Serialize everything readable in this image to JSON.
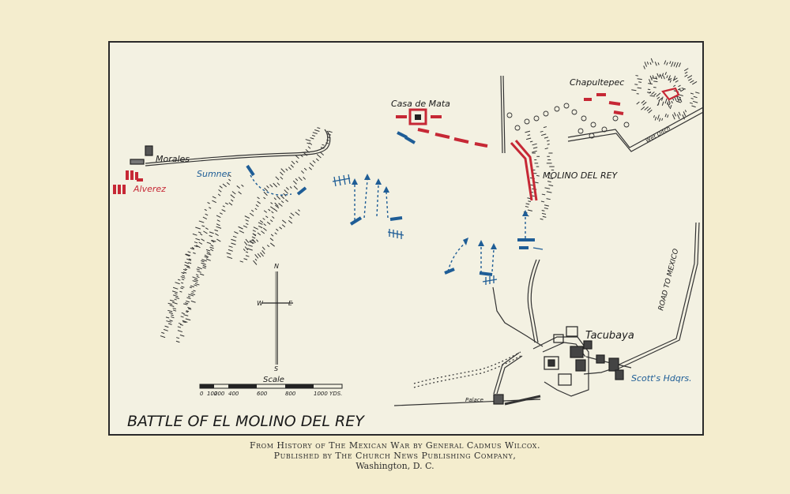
{
  "map": {
    "title": "BATTLE OF EL MOLINO DEL REY",
    "places": {
      "casa_de_mata": "Casa de Mata",
      "chapultepec": "Chapultepec",
      "molino_del_rey": "MOLINO DEL REY",
      "morales": "Morales",
      "alverez": "Alverez",
      "sumner": "Sumner",
      "tacubaya": "Tacubaya",
      "scotts_hq": "Scott's Hdqrs.",
      "palace": "Palace",
      "road_to_mexico": "ROAD TO MEXICO",
      "wet_ditch": "Wet Ditch"
    },
    "compass": {
      "n": "N",
      "s": "S",
      "e": "E",
      "w": "W"
    },
    "scale": {
      "label": "Scale",
      "ticks": [
        "0",
        "100",
        "200",
        "400",
        "600",
        "800",
        "1000 YDS."
      ]
    },
    "colors": {
      "american": "#1e5d96",
      "mexican": "#c62835",
      "ink": "#1a1a1a"
    }
  },
  "caption": {
    "line1": "From History of The Mexican War by General Cadmus Wilcox.",
    "line2": "Published by The Church News Publishing Company,",
    "line3": "Washington, D. C."
  }
}
